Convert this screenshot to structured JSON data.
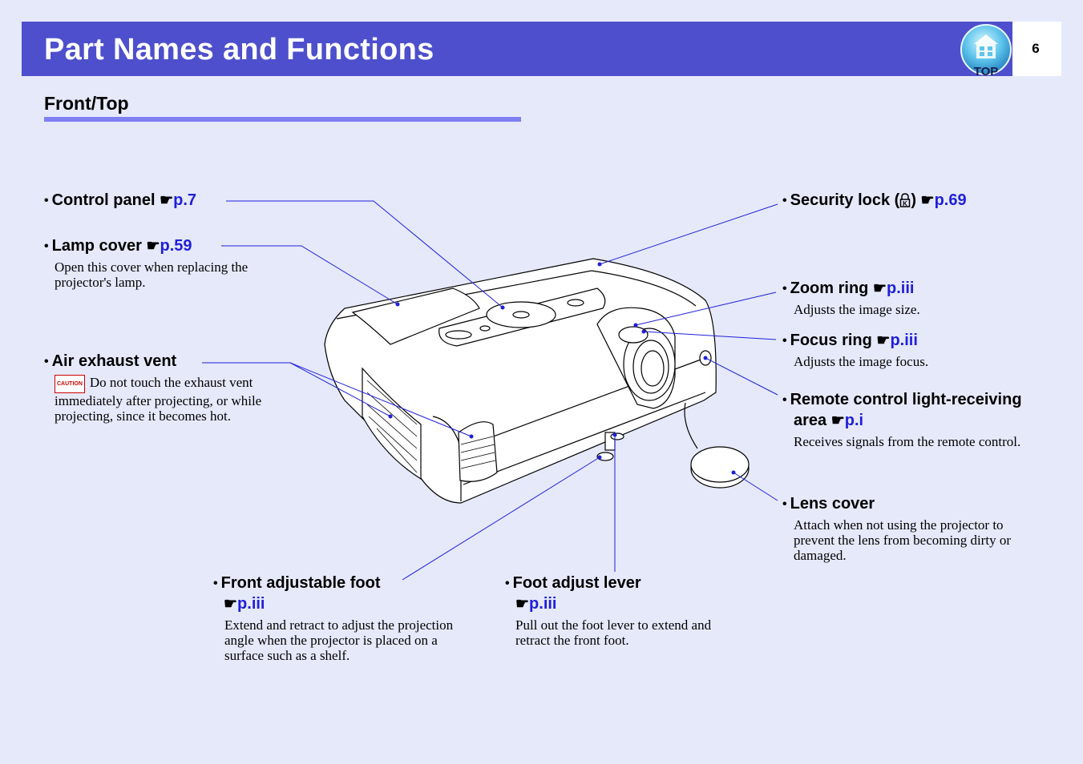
{
  "header": {
    "title": "Part Names and Functions",
    "page_number": "6",
    "top_label": "TOP"
  },
  "section": {
    "title": "Front/Top"
  },
  "icons": {
    "reference": "pointing-hand-icon",
    "security": "lock-icon",
    "top": "top-home-icon",
    "caution": "caution-icon"
  },
  "colors": {
    "header": "#4d4fcc",
    "background": "#e6e9fa",
    "link": "#1f1fd9",
    "rule": "#7f80f2"
  },
  "bullet": "•",
  "hand": "☛",
  "parts": {
    "control_panel": {
      "name": "Control panel ",
      "ref": "p.7"
    },
    "lamp_cover": {
      "name": "Lamp cover ",
      "ref": "p.59",
      "desc": [
        "Open this cover when replacing the",
        "projector's lamp."
      ]
    },
    "air_exhaust": {
      "name": "Air exhaust vent",
      "caution_label": "CAUTION",
      "desc_first": "Do not touch the exhaust vent",
      "desc": [
        "immediately after projecting, or while",
        "projecting, since it becomes hot."
      ]
    },
    "front_foot": {
      "name": "Front adjustable foot",
      "ref": "p.iii",
      "desc": [
        "Extend and retract to adjust the projection",
        "angle when the projector is placed on a",
        "surface such as a shelf."
      ]
    },
    "foot_lever": {
      "name": "Foot adjust lever",
      "ref": "p.iii",
      "desc": [
        "Pull out the foot lever to extend and",
        "retract the front foot."
      ]
    },
    "security_lock": {
      "name_before": "Security lock (",
      "name_after": ") ",
      "ref": "p.69"
    },
    "zoom_ring": {
      "name": "Zoom ring ",
      "ref": "p.iii",
      "desc": "Adjusts the image size."
    },
    "focus_ring": {
      "name": "Focus ring ",
      "ref": "p.iii",
      "desc": "Adjusts the image focus."
    },
    "remote_area": {
      "name_line1": "Remote control light-receiving",
      "name_line2": "area ",
      "ref": "p.i",
      "desc": "Receives signals from the remote control."
    },
    "lens_cover": {
      "name": "Lens cover",
      "desc": [
        "Attach when not using the projector to",
        "prevent the lens from becoming dirty or",
        "damaged."
      ]
    }
  }
}
